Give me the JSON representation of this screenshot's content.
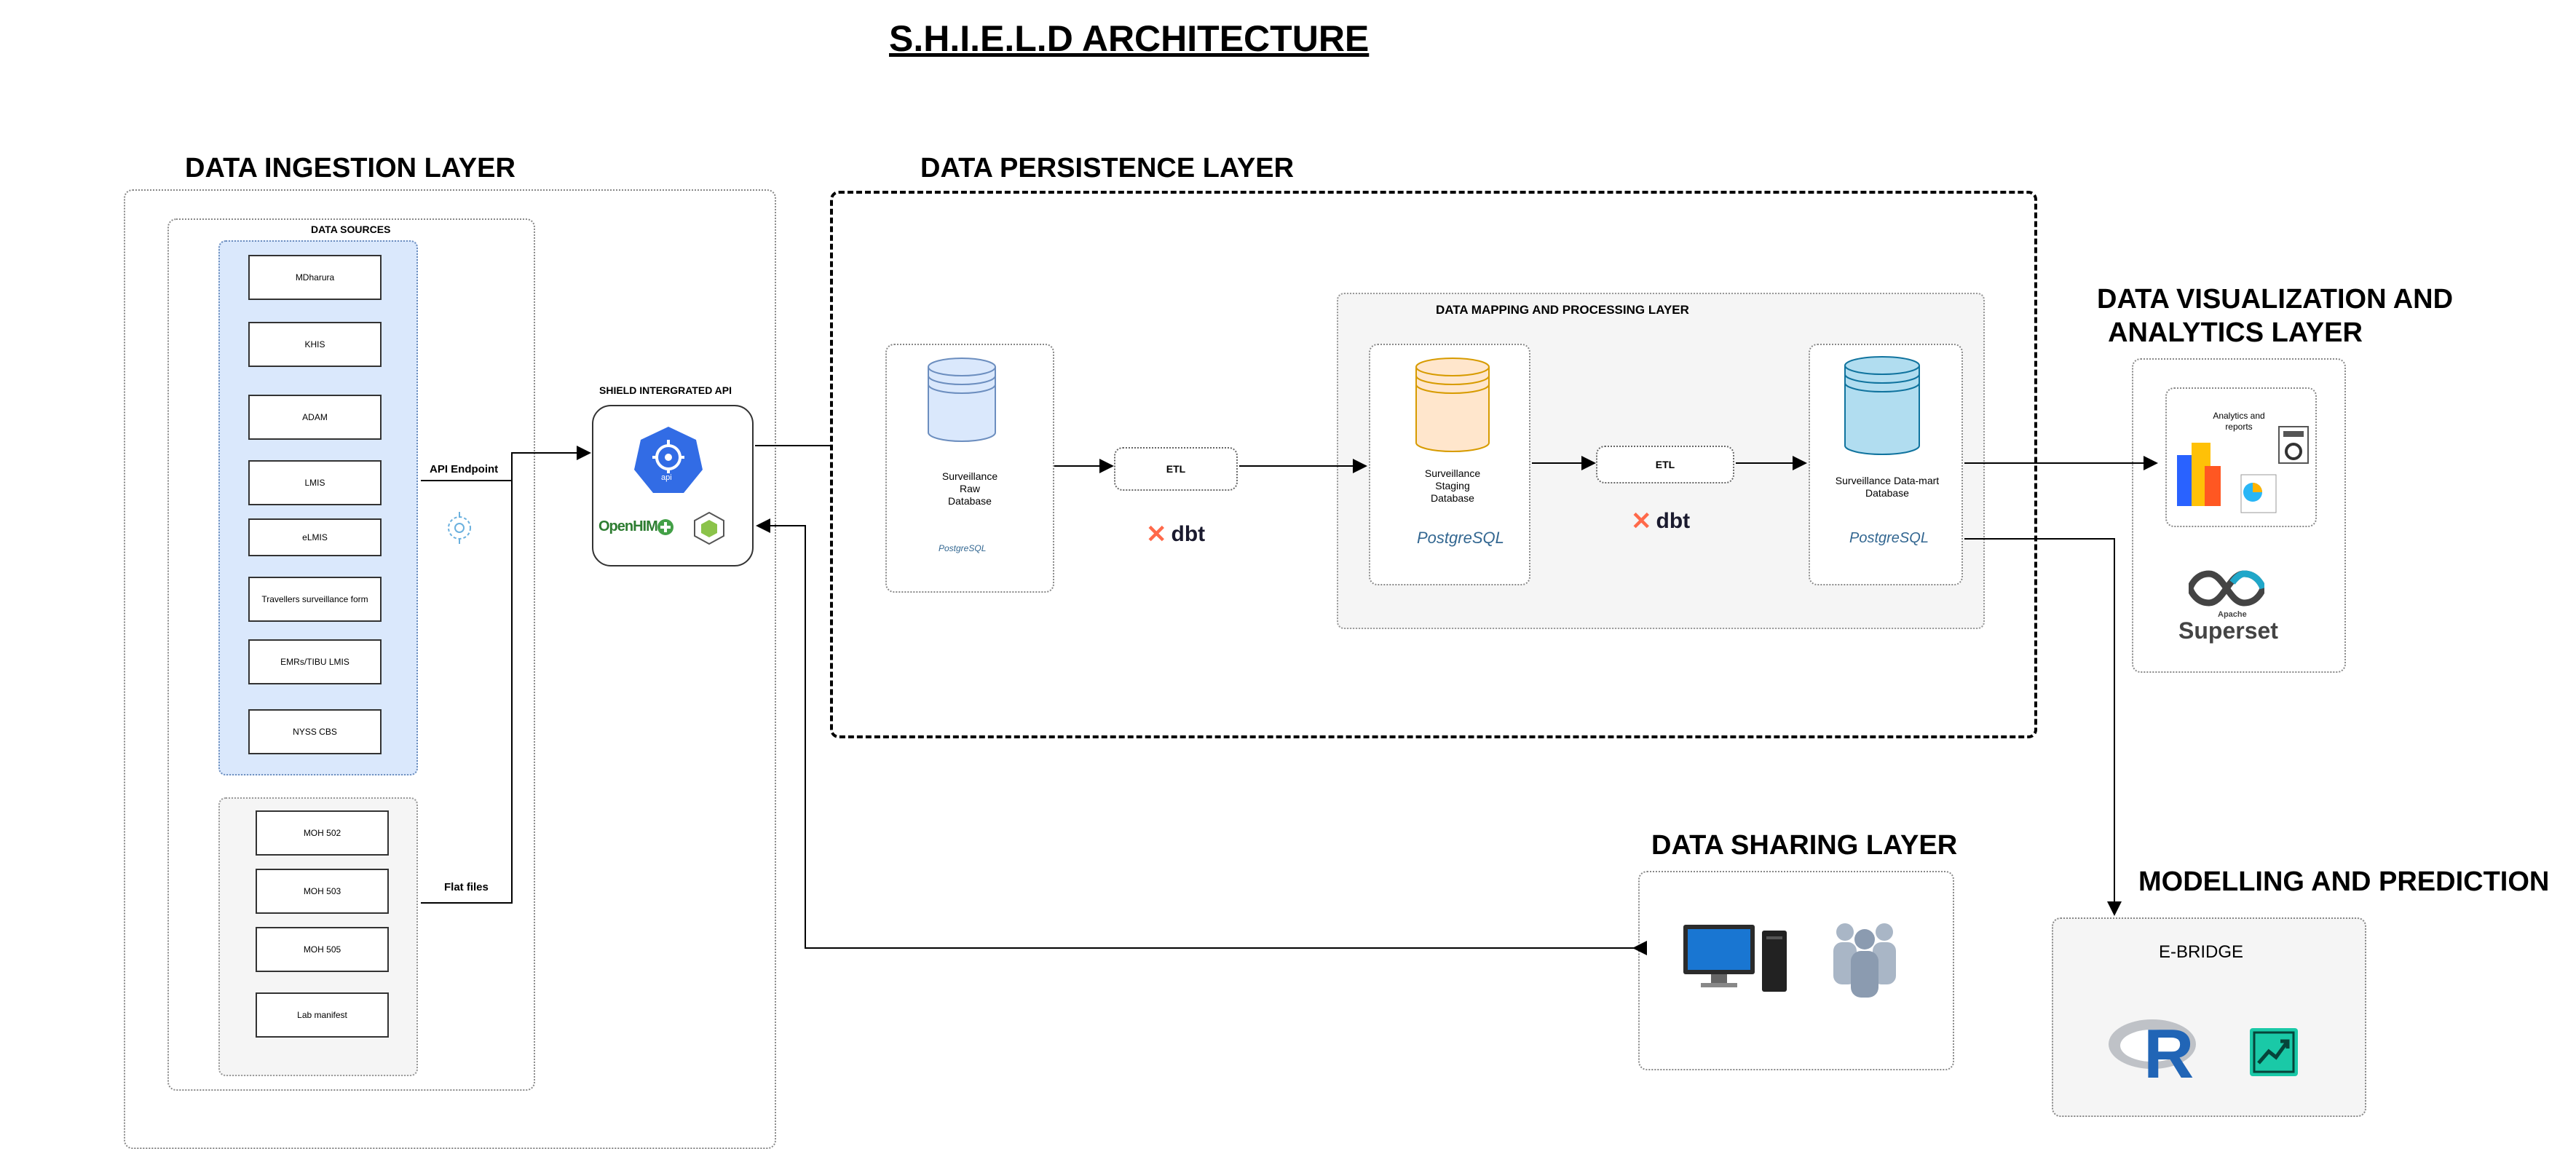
{
  "title": "S.H.I.E.L.D ARCHITECTURE",
  "layers": {
    "ingestion": "DATA INGESTION LAYER",
    "persistence": "DATA PERSISTENCE LAYER",
    "visualization_line1": "DATA  VISUALIZATION AND",
    "visualization_line2": "ANALYTICS LAYER",
    "sharing": "DATA   SHARING LAYER",
    "modelling": "MODELLING  AND PREDICTION"
  },
  "data_sources": {
    "title": "DATA SOURCES",
    "api_sources": [
      "MDharura",
      "KHIS",
      "ADAM",
      "LMIS",
      "eLMIS",
      "Travellers surveillance form",
      "EMRs/TIBU LMIS",
      "NYSS CBS"
    ],
    "file_sources": [
      "MOH 502",
      "MOH 503",
      "MOH 505",
      "Lab manifest"
    ],
    "api_endpoint_label": "API  Endpoint",
    "flat_files_label": "Flat files"
  },
  "shield_api": {
    "title": "SHIELD INTERGRATED API",
    "k8s_label": "api",
    "openhim_label": "OpenHIM"
  },
  "persistence": {
    "raw_db_label": "Surveillance\nRaw\nDatabase",
    "etl1": "ETL",
    "mapping_title": "DATA MAPPING AND PROCESSING LAYER",
    "staging_db_label": "Surveillance\nStaging\nDatabase",
    "etl2": "ETL",
    "datamart_db_label": "Surveillance Data-mart\nDatabase",
    "postgres": "PostgreSQL",
    "dbt": "dbt"
  },
  "visualization": {
    "analytics_label": "Analytics and\nreports",
    "superset_small": "Apache",
    "superset": "Superset"
  },
  "modelling": {
    "ebridge": "E-BRIDGE",
    "r_label": "R"
  },
  "colors": {
    "blue_fill": "#dae8fc",
    "gray_fill": "#f5f5f5",
    "staging_db": "#ffe6cc",
    "datamart_db": "#b1ddf0",
    "raw_db": "#dae8fc",
    "k8s_blue": "#326ce5",
    "dbt_orange": "#ff694a",
    "postgres_blue": "#336791"
  }
}
